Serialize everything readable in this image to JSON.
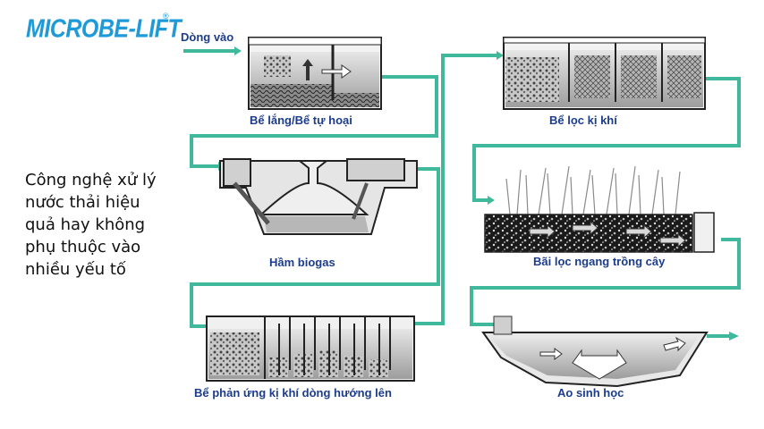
{
  "logo": {
    "text": "MICROBE-LIFT",
    "mark": "®"
  },
  "caption": {
    "lines": [
      "Công nghệ xử lý",
      "nước thải hiệu",
      "quả hay không",
      "phụ thuộc vào",
      "nhiều yếu tố"
    ]
  },
  "inflow_label": "Dòng vào",
  "stages": {
    "septic": "Bể lắng/Bể tự hoại",
    "biogas": "Hầm biogas",
    "baffled": "Bể phản ứng kị khí dòng hướng lên",
    "anaerobic_filter": "Bể lọc kị khí",
    "wetland": "Bãi lọc ngang trồng cây",
    "pond": "Ao sinh học"
  },
  "colors": {
    "pipe": "#3fb89b",
    "label": "#1c3c8c",
    "logo": "#1e9ad8"
  }
}
